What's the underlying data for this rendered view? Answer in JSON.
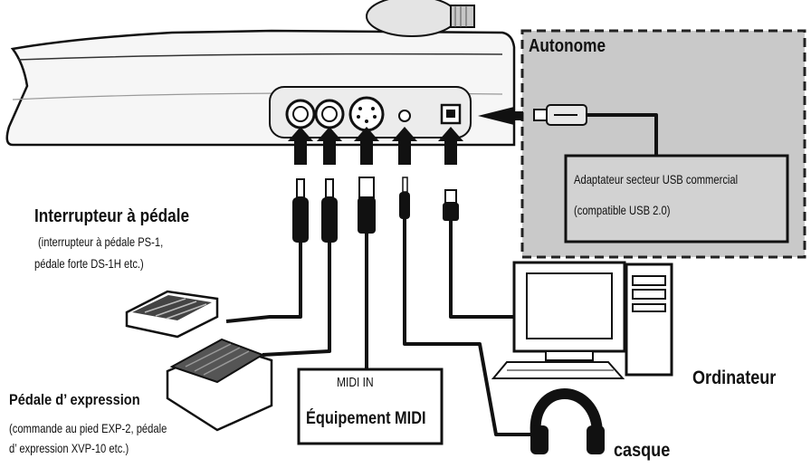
{
  "standalone": {
    "title": "Autonome",
    "adapter_line1": "Adaptateur secteur USB commercial",
    "adapter_line2": "(compatible USB 2.0)"
  },
  "footswitch": {
    "title": "Interrupteur à pédale",
    "desc_line1": "(interrupteur à pédale PS-1,",
    "desc_line2": "pédale forte DS-1H etc.)"
  },
  "expression": {
    "title": "Pédale d’ expression",
    "desc_line1": "(commande au pied EXP-2, pédale",
    "desc_line2": "d’ expression XVP-10 etc.)"
  },
  "midi": {
    "port": "MIDI IN",
    "device": "Équipement MIDI"
  },
  "computer": {
    "label": "Ordinateur"
  },
  "headphones": {
    "label": "casque"
  },
  "colors": {
    "standalone_bg": "#c9c9c9",
    "line": "#111111"
  }
}
